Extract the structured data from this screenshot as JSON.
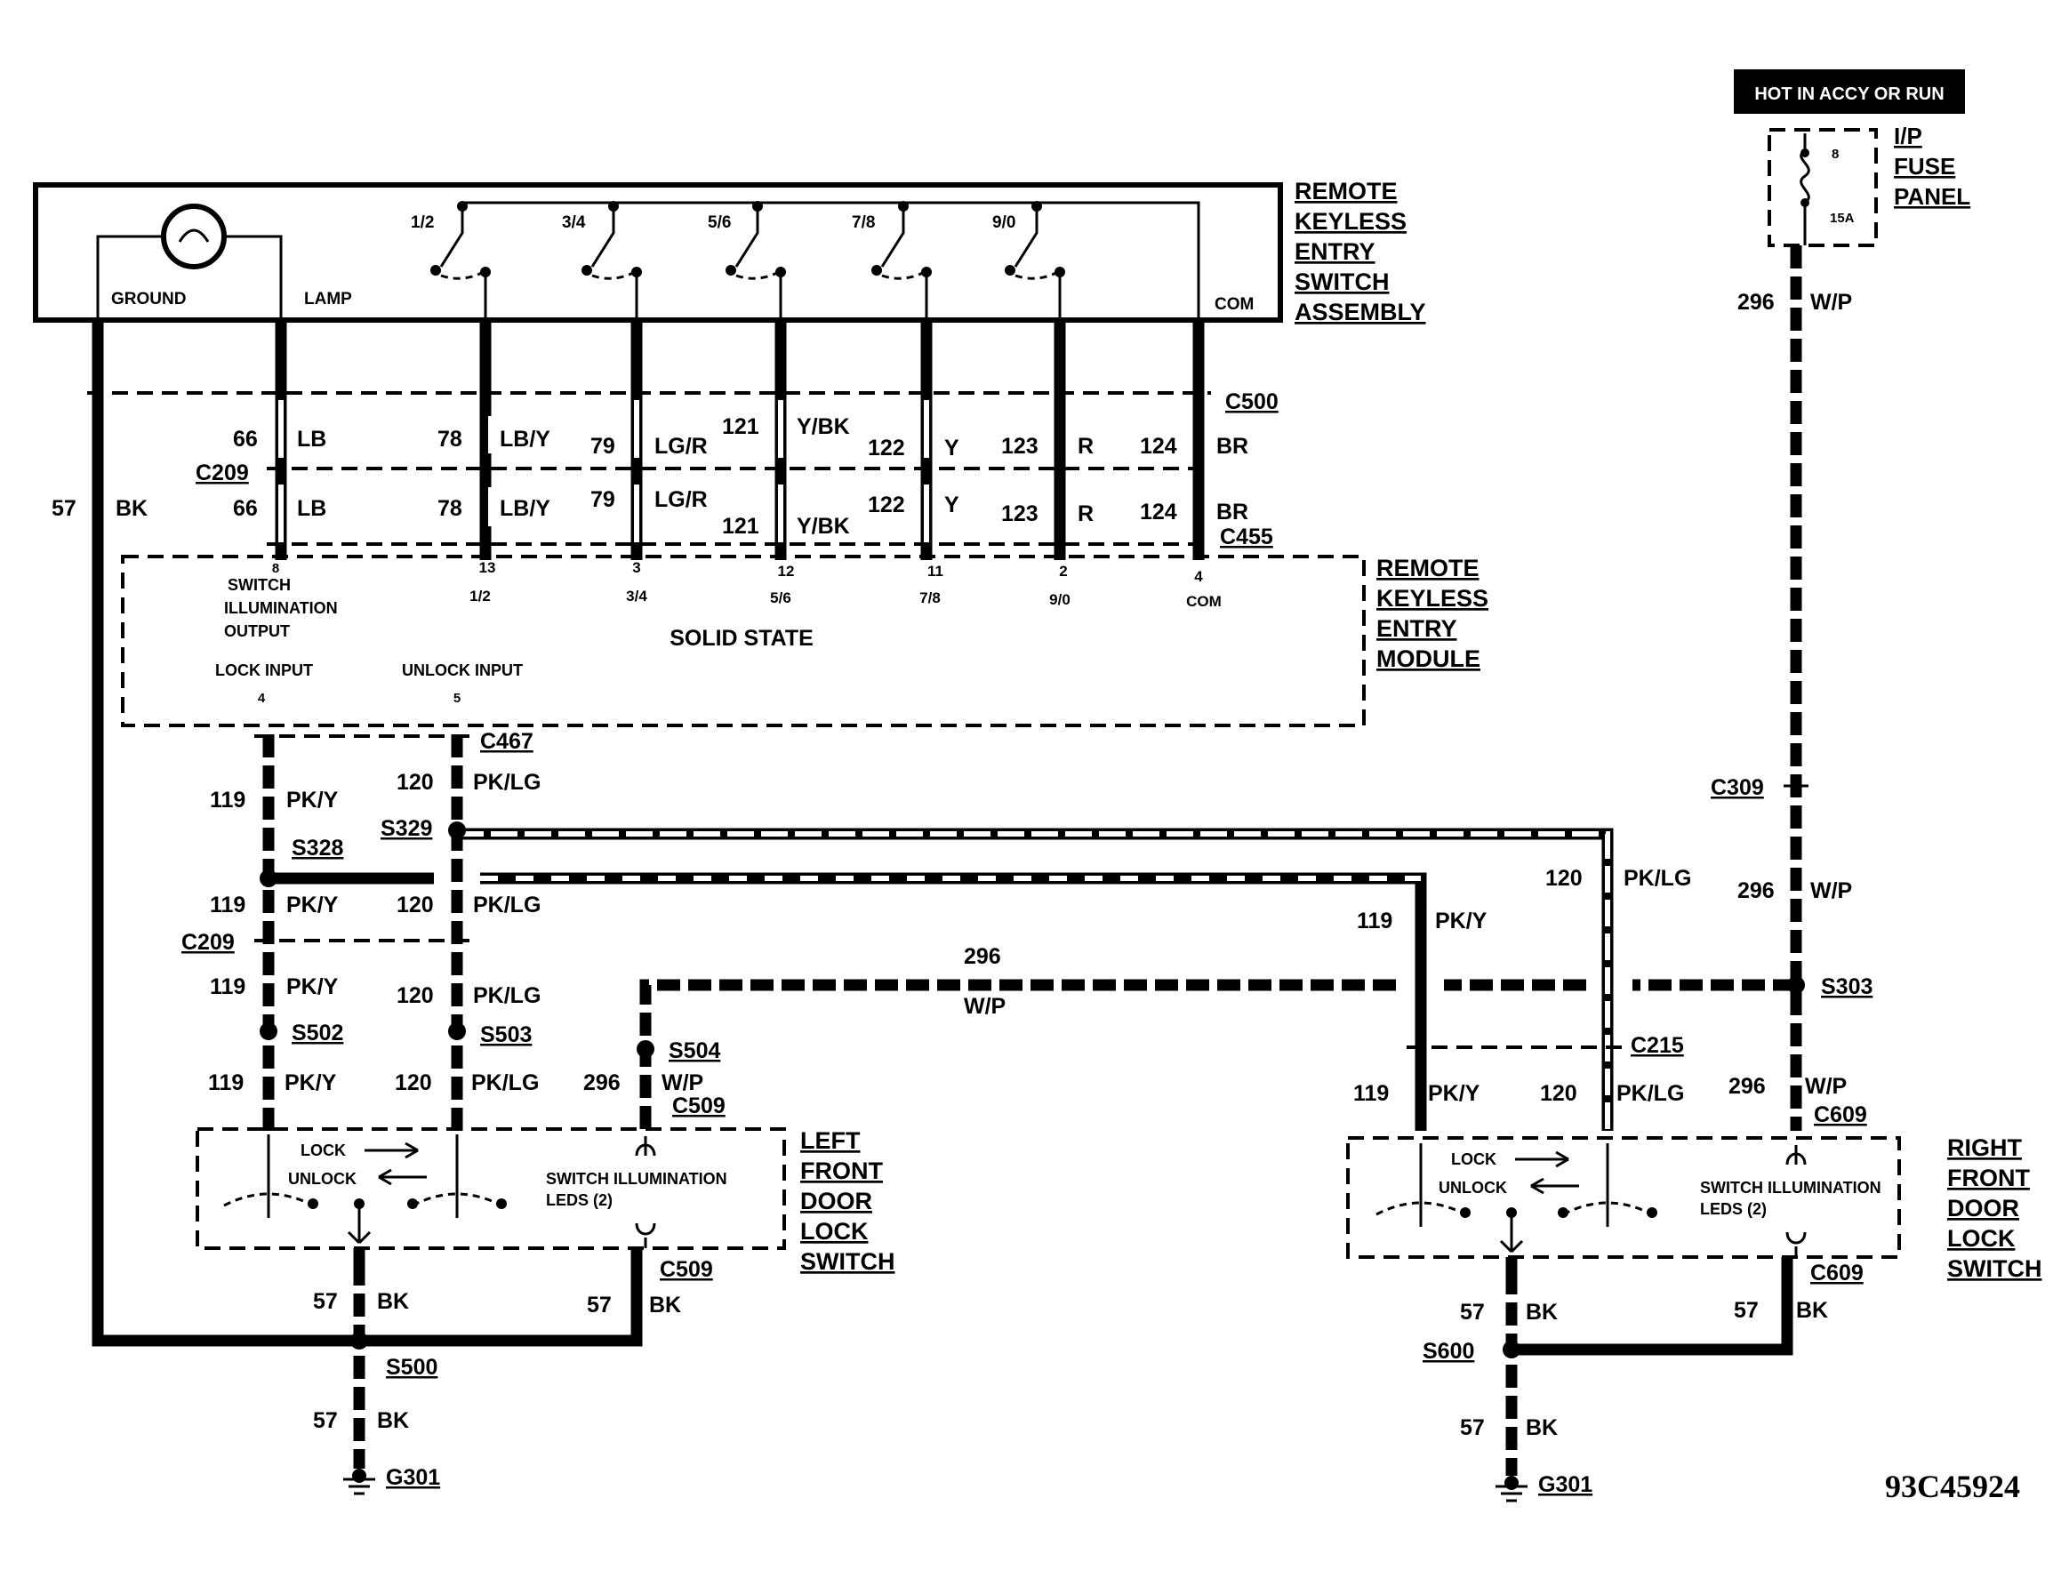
{
  "supply_label": "HOT IN ACCY OR RUN",
  "fuse_panel": {
    "title": [
      "I/P",
      "FUSE",
      "PANEL"
    ],
    "fuse_number": "8",
    "fuse_rating": "15A"
  },
  "switch_assembly": {
    "title": [
      "REMOTE",
      "KEYLESS",
      "ENTRY",
      "SWITCH",
      "ASSEMBLY"
    ],
    "ground": "GROUND",
    "lamp": "LAMP",
    "com": "COM",
    "buttons": [
      "1/2",
      "3/4",
      "5/6",
      "7/8",
      "9/0"
    ]
  },
  "module": {
    "title": [
      "REMOTE",
      "KEYLESS",
      "ENTRY",
      "MODULE"
    ],
    "solid_state": "SOLID STATE",
    "illumination": [
      "SWITCH",
      "ILLUMINATION",
      "OUTPUT"
    ],
    "pins": [
      {
        "pin": "8",
        "label": ""
      },
      {
        "pin": "13",
        "label": "1/2"
      },
      {
        "pin": "3",
        "label": "3/4"
      },
      {
        "pin": "12",
        "label": "5/6"
      },
      {
        "pin": "11",
        "label": "7/8"
      },
      {
        "pin": "2",
        "label": "9/0"
      },
      {
        "pin": "4",
        "label": "COM"
      }
    ],
    "lock_input": "LOCK INPUT",
    "lock_pin": "4",
    "unlock_input": "UNLOCK INPUT",
    "unlock_pin": "5"
  },
  "connectors": {
    "c500": "C500",
    "c209": "C209",
    "c455": "C455",
    "c467": "C467",
    "c509": "C509",
    "c215": "C215",
    "c309": "C309",
    "c609": "C609"
  },
  "splices": {
    "s328": "S328",
    "s329": "S329",
    "s502": "S502",
    "s503": "S503",
    "s504": "S504",
    "s500": "S500",
    "s303": "S303",
    "s600": "S600"
  },
  "grounds": {
    "left": "G301",
    "right": "G301"
  },
  "circuits_upper": [
    {
      "num": "66",
      "color": "LB"
    },
    {
      "num": "78",
      "color": "LB/Y"
    },
    {
      "num": "79",
      "color": "LG/R"
    },
    {
      "num": "121",
      "color": "Y/BK"
    },
    {
      "num": "122",
      "color": "Y"
    },
    {
      "num": "123",
      "color": "R"
    },
    {
      "num": "124",
      "color": "BR"
    }
  ],
  "circuits_lower": [
    {
      "num": "66",
      "color": "LB"
    },
    {
      "num": "78",
      "color": "LB/Y"
    },
    {
      "num": "79",
      "color": "LG/R"
    },
    {
      "num": "121",
      "color": "Y/BK"
    },
    {
      "num": "122",
      "color": "Y"
    },
    {
      "num": "123",
      "color": "R"
    },
    {
      "num": "124",
      "color": "BR"
    }
  ],
  "ground_wire": {
    "num": "57",
    "color": "BK"
  },
  "lock_wire": {
    "num": "119",
    "color": "PK/Y"
  },
  "unlock_wire": {
    "num": "120",
    "color": "PK/LG"
  },
  "feed_wire": {
    "num": "296",
    "color": "W/P"
  },
  "left_switch": {
    "title": [
      "LEFT",
      "FRONT",
      "DOOR",
      "LOCK",
      "SWITCH"
    ],
    "lock": "LOCK",
    "unlock": "UNLOCK",
    "leds": [
      "SWITCH ILLUMINATION",
      "LEDS (2)"
    ]
  },
  "right_switch": {
    "title": [
      "RIGHT",
      "FRONT",
      "DOOR",
      "LOCK",
      "SWITCH"
    ],
    "lock": "LOCK",
    "unlock": "UNLOCK",
    "leds": [
      "SWITCH ILLUMINATION",
      "LEDS (2)"
    ]
  },
  "figure_id": "93C45924"
}
